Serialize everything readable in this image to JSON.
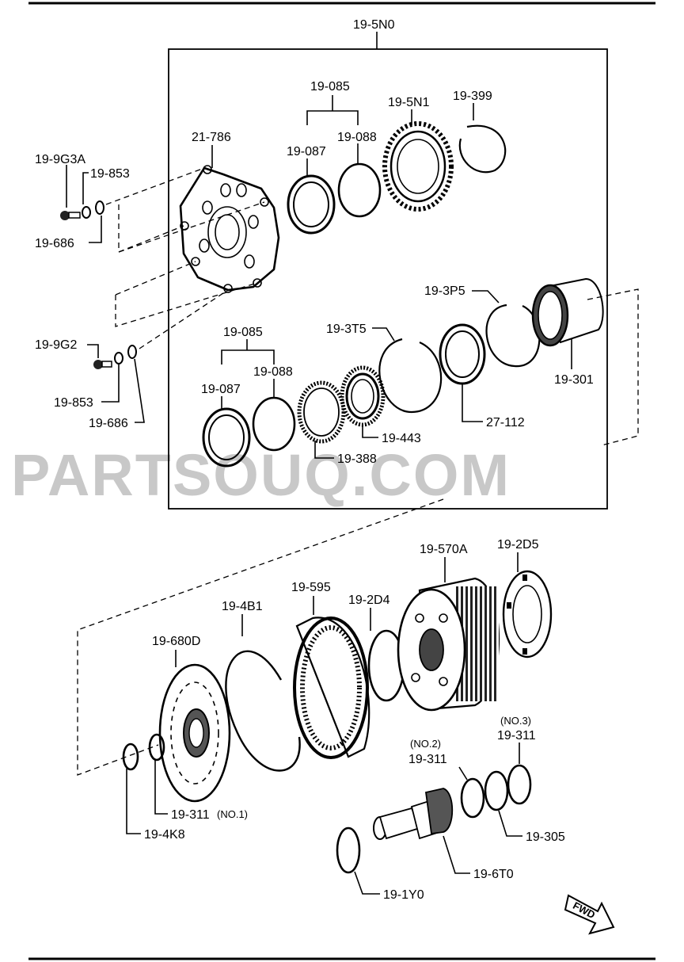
{
  "watermark": "PARTSOUQ.COM",
  "fwd_label": "FWD",
  "labels": {
    "l_195n0": "19-5N0",
    "l_19085a": "19-085",
    "l_195n1": "19-5N1",
    "l_19399": "19-399",
    "l_21786": "21-786",
    "l_19088a": "19-088",
    "l_19087a": "19-087",
    "l_199g3a": "19-9G3A",
    "l_19853a": "19-853",
    "l_19686a": "19-686",
    "l_193p5": "19-3P5",
    "l_193t5": "19-3T5",
    "l_19085b": "19-085",
    "l_199g2": "19-9G2",
    "l_19088b": "19-088",
    "l_19087b": "19-087",
    "l_19301": "19-301",
    "l_19853b": "19-853",
    "l_19686b": "19-686",
    "l_19443": "19-443",
    "l_27112": "27-112",
    "l_19388": "19-388",
    "l_19570a": "19-570A",
    "l_192d5": "19-2D5",
    "l_19595": "19-595",
    "l_194b1": "19-4B1",
    "l_192d4": "19-2D4",
    "l_19680d": "19-680D",
    "l_no3": "(NO.3)",
    "l_19311c": "19-311",
    "l_no2": "(NO.2)",
    "l_19311b": "19-311",
    "l_19311a": "19-311",
    "l_no1": "(NO.1)",
    "l_19305": "19-305",
    "l_194k8": "19-4K8",
    "l_196t0": "19-6T0",
    "l_191y0": "19-1Y0"
  }
}
